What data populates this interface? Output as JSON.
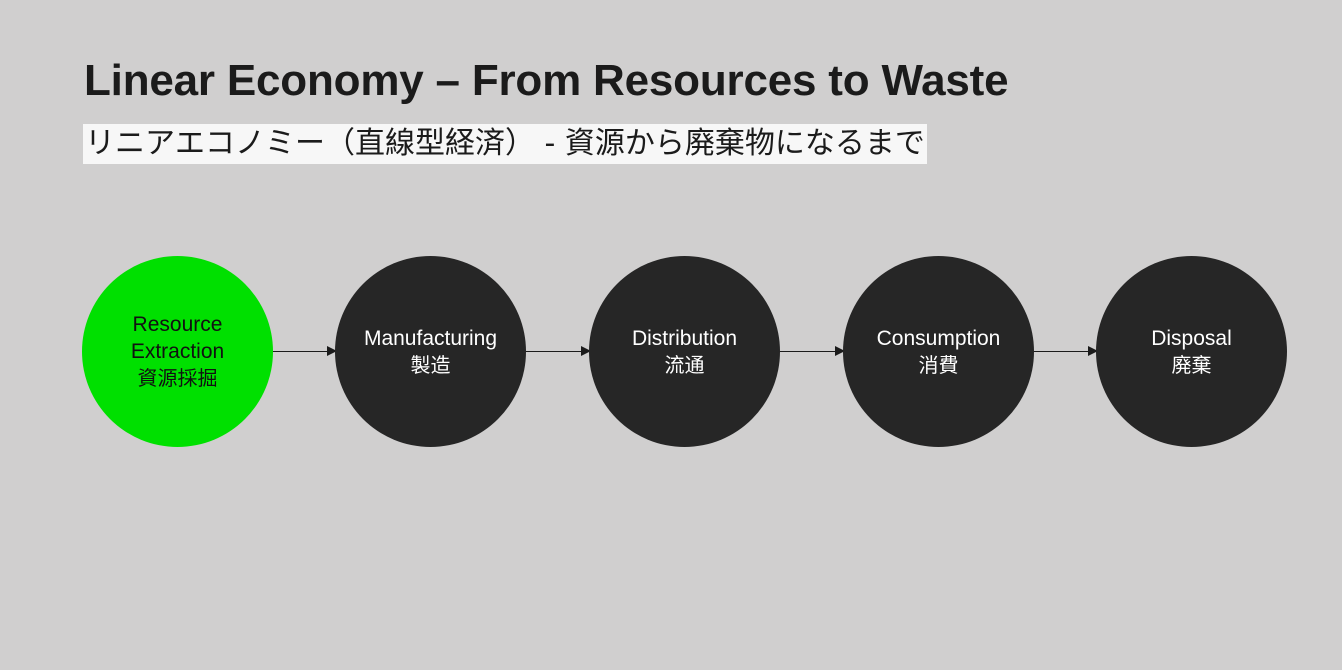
{
  "title": "Linear Economy – From Resources to Waste",
  "subtitle": "リニアエコノミー（直線型経済） - 資源から廃棄物になるまで",
  "colors": {
    "background": "#d0cfcf",
    "node": "#262626",
    "active_node": "#00e000",
    "subtitle_highlight": "#f7f7f7"
  },
  "stages": [
    {
      "en": "Resource Extraction",
      "ja": "資源採掘",
      "active": true
    },
    {
      "en": "Manufacturing",
      "ja": "製造",
      "active": false
    },
    {
      "en": "Distribution",
      "ja": "流通",
      "active": false
    },
    {
      "en": "Consumption",
      "ja": "消費",
      "active": false
    },
    {
      "en": "Disposal",
      "ja": "廃棄",
      "active": false
    }
  ]
}
